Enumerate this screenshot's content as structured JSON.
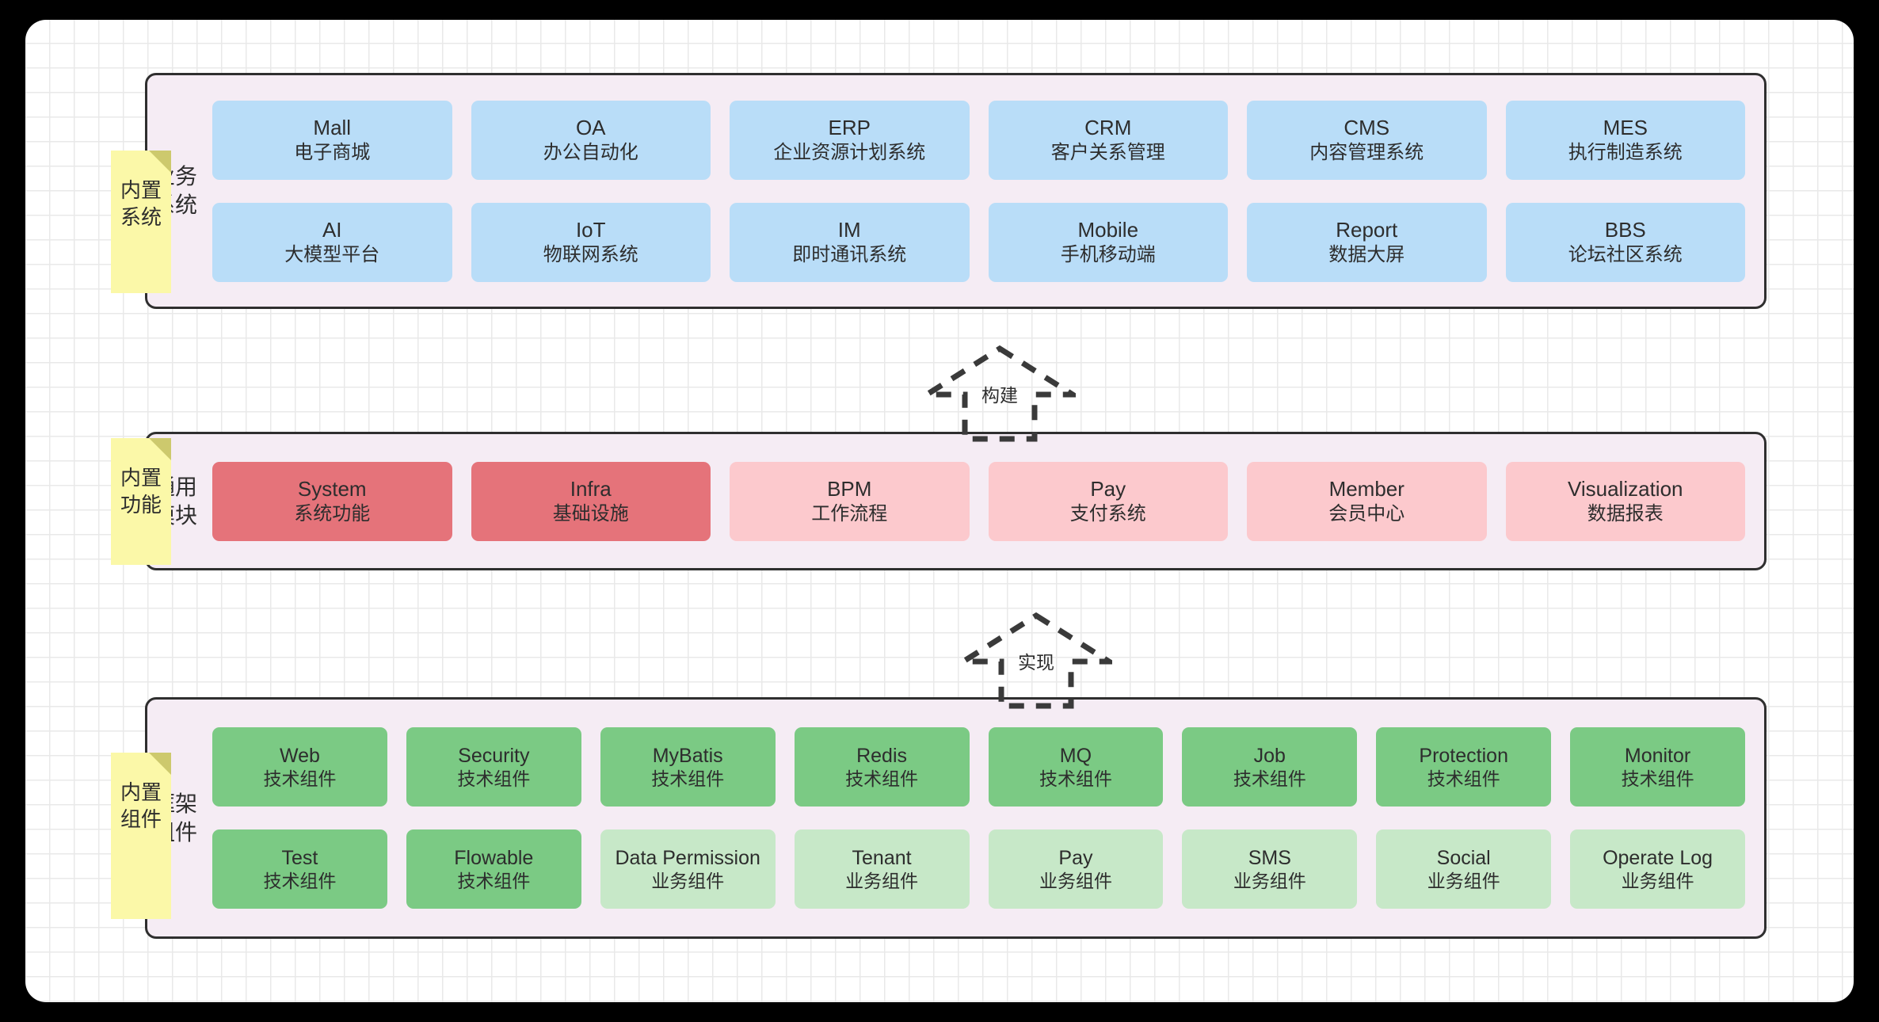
{
  "canvas": {
    "background": "#ffffff",
    "grid_color": "#e9e9e9",
    "page_background": "#000000"
  },
  "colors": {
    "panel_fill": "#f5ecf4",
    "panel_border": "#2f2f2f",
    "sticky_fill": "#fbf8a8",
    "sticky_fold": "#cdc96d",
    "business_box": "#b9ddf8",
    "module_core_box": "#e5737a",
    "module_box": "#fcc9cd",
    "tech_component_box": "#7bca84",
    "business_component_box": "#c7e8c8",
    "arrow_stroke": "#3a3a3a"
  },
  "sections": [
    {
      "sticky_label": "内置系统",
      "panel_label": "业务系统",
      "boxes": [
        {
          "en": "Mall",
          "cn": "电子商城",
          "style": "c-blue"
        },
        {
          "en": "OA",
          "cn": "办公自动化",
          "style": "c-blue"
        },
        {
          "en": "ERP",
          "cn": "企业资源计划系统",
          "style": "c-blue"
        },
        {
          "en": "CRM",
          "cn": "客户关系管理",
          "style": "c-blue"
        },
        {
          "en": "CMS",
          "cn": "内容管理系统",
          "style": "c-blue"
        },
        {
          "en": "MES",
          "cn": "执行制造系统",
          "style": "c-blue"
        },
        {
          "en": "AI",
          "cn": "大模型平台",
          "style": "c-blue"
        },
        {
          "en": "IoT",
          "cn": "物联网系统",
          "style": "c-blue"
        },
        {
          "en": "IM",
          "cn": "即时通讯系统",
          "style": "c-blue"
        },
        {
          "en": "Mobile",
          "cn": "手机移动端",
          "style": "c-blue"
        },
        {
          "en": "Report",
          "cn": "数据大屏",
          "style": "c-blue"
        },
        {
          "en": "BBS",
          "cn": "论坛社区系统",
          "style": "c-blue"
        }
      ]
    },
    {
      "sticky_label": "内置功能",
      "panel_label": "通用模块",
      "boxes": [
        {
          "en": "System",
          "cn": "系统功能",
          "style": "c-red"
        },
        {
          "en": "Infra",
          "cn": "基础设施",
          "style": "c-red"
        },
        {
          "en": "BPM",
          "cn": "工作流程",
          "style": "c-pink"
        },
        {
          "en": "Pay",
          "cn": "支付系统",
          "style": "c-pink"
        },
        {
          "en": "Member",
          "cn": "会员中心",
          "style": "c-pink"
        },
        {
          "en": "Visualization",
          "cn": "数据报表",
          "style": "c-pink"
        }
      ]
    },
    {
      "sticky_label": "内置组件",
      "panel_label": "框架组件",
      "boxes": [
        {
          "en": "Web",
          "cn": "技术组件",
          "style": "c-green"
        },
        {
          "en": "Security",
          "cn": "技术组件",
          "style": "c-green"
        },
        {
          "en": "MyBatis",
          "cn": "技术组件",
          "style": "c-green"
        },
        {
          "en": "Redis",
          "cn": "技术组件",
          "style": "c-green"
        },
        {
          "en": "MQ",
          "cn": "技术组件",
          "style": "c-green"
        },
        {
          "en": "Job",
          "cn": "技术组件",
          "style": "c-green"
        },
        {
          "en": "Protection",
          "cn": "技术组件",
          "style": "c-green"
        },
        {
          "en": "Monitor",
          "cn": "技术组件",
          "style": "c-green"
        },
        {
          "en": "Test",
          "cn": "技术组件",
          "style": "c-green"
        },
        {
          "en": "Flowable",
          "cn": "技术组件",
          "style": "c-green"
        },
        {
          "en": "Data Permission",
          "cn": "业务组件",
          "style": "c-green-light"
        },
        {
          "en": "Tenant",
          "cn": "业务组件",
          "style": "c-green-light"
        },
        {
          "en": "Pay",
          "cn": "业务组件",
          "style": "c-green-light"
        },
        {
          "en": "SMS",
          "cn": "业务组件",
          "style": "c-green-light"
        },
        {
          "en": "Social",
          "cn": "业务组件",
          "style": "c-green-light"
        },
        {
          "en": "Operate Log",
          "cn": "业务组件",
          "style": "c-green-light"
        }
      ]
    }
  ],
  "arrows": [
    {
      "label": "构建",
      "direction": "up"
    },
    {
      "label": "实现",
      "direction": "up"
    }
  ]
}
